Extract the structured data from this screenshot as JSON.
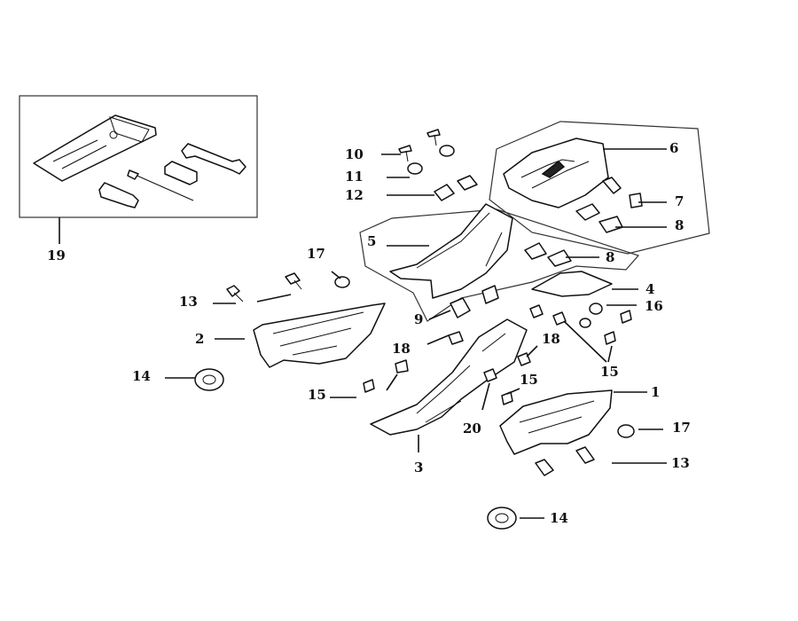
{
  "callouts": {
    "c1": "1",
    "c2": "2",
    "c3": "3",
    "c4": "4",
    "c5": "5",
    "c6": "6",
    "c7": "7",
    "c8a": "8",
    "c8b": "8",
    "c9": "9",
    "c10": "10",
    "c11": "11",
    "c12": "12",
    "c13a": "13",
    "c13b": "13",
    "c14a": "14",
    "c14b": "14",
    "c15a": "15",
    "c15b": "15",
    "c15c": "15",
    "c16": "16",
    "c17a": "17",
    "c17b": "17",
    "c18a": "18",
    "c18b": "18",
    "c19": "19",
    "c20": "20"
  }
}
